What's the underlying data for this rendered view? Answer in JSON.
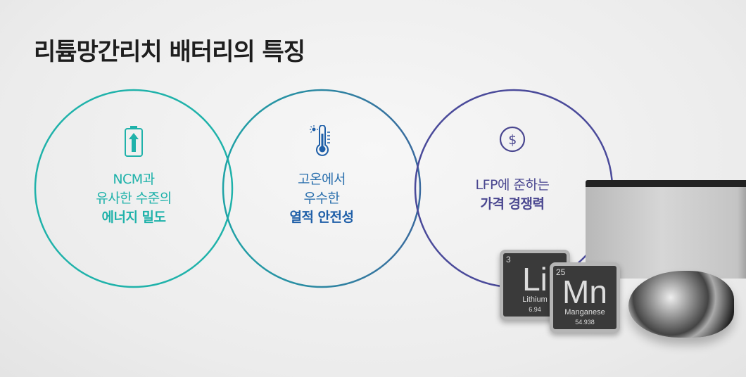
{
  "title": "리튬망간리치 배터리의 특징",
  "features": [
    {
      "icon": "battery-charge-icon",
      "line1": "NCM과",
      "line2": "유사한 수준의",
      "highlight": "에너지 밀도",
      "color": "#1fb2aa"
    },
    {
      "icon": "thermometer-icon",
      "line1": "고온에서",
      "line2": "우수한",
      "highlight": "열적 안전성",
      "color": "#2a6fad"
    },
    {
      "icon": "dollar-icon",
      "line1": "LFP에 준하는",
      "highlight": "가격 경쟁력",
      "color": "#4a4790"
    }
  ],
  "elements": [
    {
      "number": "3",
      "symbol": "Li",
      "name": "Lithium",
      "weight": "6.94"
    },
    {
      "number": "25",
      "symbol": "Mn",
      "name": "Manganese",
      "weight": "54.938"
    }
  ]
}
